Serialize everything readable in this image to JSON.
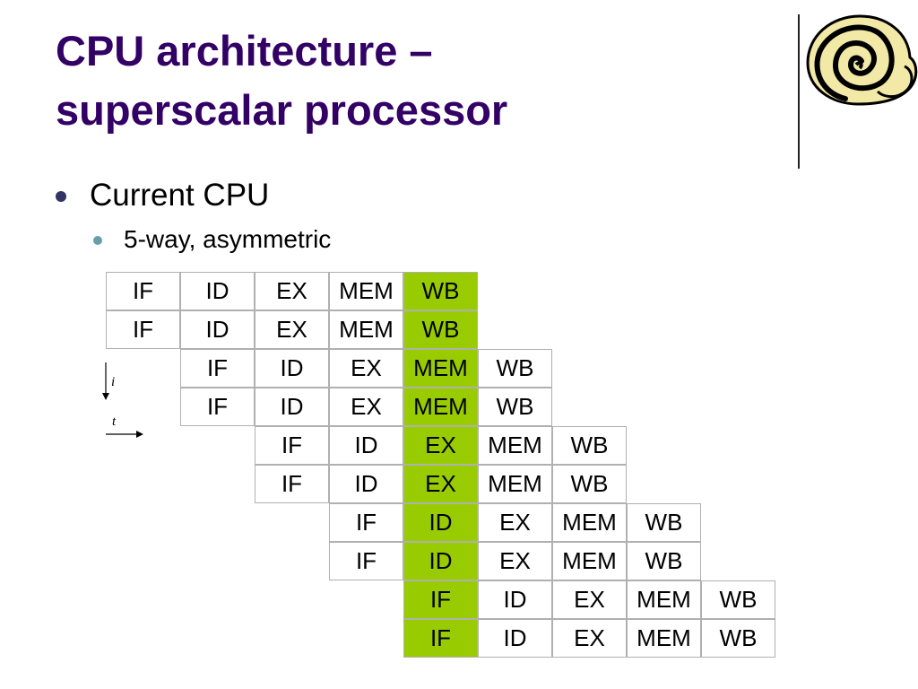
{
  "slide": {
    "title_lines": [
      "CPU architecture –",
      "superscalar processor"
    ],
    "bullets": [
      {
        "level": 1,
        "text": "Current CPU"
      },
      {
        "level": 2,
        "text": "5-way, asymmetric"
      }
    ]
  },
  "pipeline": {
    "highlight_color": "#99cc00",
    "rows": [
      [
        "IF",
        "ID",
        "EX",
        "MEM",
        "WB"
      ],
      [
        "IF",
        "ID",
        "EX",
        "MEM",
        "WB"
      ],
      [
        "IF",
        "ID",
        "EX",
        "MEM",
        "WB"
      ],
      [
        "IF",
        "ID",
        "EX",
        "MEM",
        "WB"
      ],
      [
        "IF",
        "ID",
        "EX",
        "MEM",
        "WB"
      ],
      [
        "IF",
        "ID",
        "EX",
        "MEM",
        "WB"
      ],
      [
        "IF",
        "ID",
        "EX",
        "MEM",
        "WB"
      ],
      [
        "IF",
        "ID",
        "EX",
        "MEM",
        "WB"
      ],
      [
        "IF",
        "ID",
        "EX",
        "MEM",
        "WB"
      ],
      [
        "IF",
        "ID",
        "EX",
        "MEM",
        "WB"
      ]
    ],
    "row_pairs_staggered": true,
    "highlighted_column_index": 4,
    "axis": {
      "instruction_label": "i",
      "time_label": "t"
    }
  },
  "icons": {
    "clipart": "scroll-icon"
  }
}
